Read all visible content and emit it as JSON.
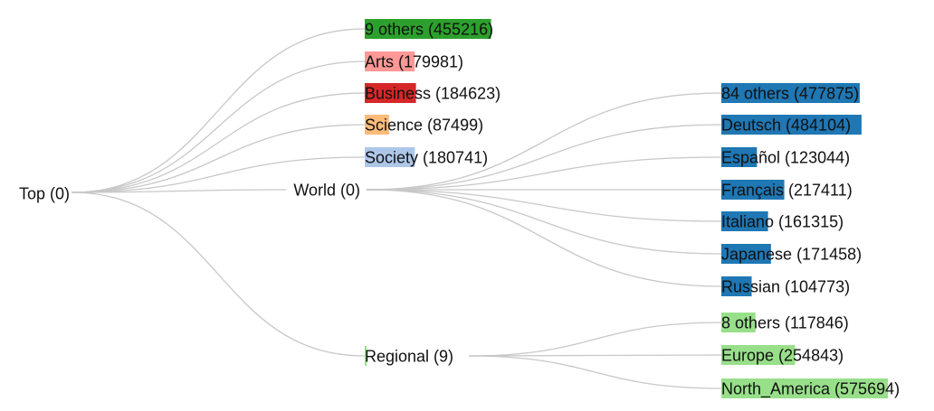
{
  "tree": {
    "name": "Top",
    "value": 0,
    "children": [
      {
        "name": "9 others",
        "value": 455216,
        "color": "#2ca02c"
      },
      {
        "name": "Arts",
        "value": 179981,
        "color": "#ff9896"
      },
      {
        "name": "Business",
        "value": 184623,
        "color": "#d62728"
      },
      {
        "name": "Science",
        "value": 87499,
        "color": "#ffbb78"
      },
      {
        "name": "Society",
        "value": 180741,
        "color": "#aec7e8"
      },
      {
        "name": "World",
        "value": 0,
        "color": "#1f77b4",
        "children": [
          {
            "name": "84 others",
            "value": 477875,
            "color": "#1f77b4"
          },
          {
            "name": "Deutsch",
            "value": 484104,
            "color": "#1f77b4"
          },
          {
            "name": "Español",
            "value": 123044,
            "color": "#1f77b4"
          },
          {
            "name": "Français",
            "value": 217411,
            "color": "#1f77b4"
          },
          {
            "name": "Italiano",
            "value": 161315,
            "color": "#1f77b4"
          },
          {
            "name": "Japanese",
            "value": 171458,
            "color": "#1f77b4"
          },
          {
            "name": "Russian",
            "value": 104773,
            "color": "#1f77b4"
          }
        ]
      },
      {
        "name": "Regional",
        "value": 9,
        "color": "#98df8a",
        "children": [
          {
            "name": "8 others",
            "value": 117846,
            "color": "#98df8a"
          },
          {
            "name": "Europe",
            "value": 254843,
            "color": "#98df8a"
          },
          {
            "name": "North_America",
            "value": 575694,
            "color": "#98df8a"
          }
        ]
      }
    ]
  }
}
